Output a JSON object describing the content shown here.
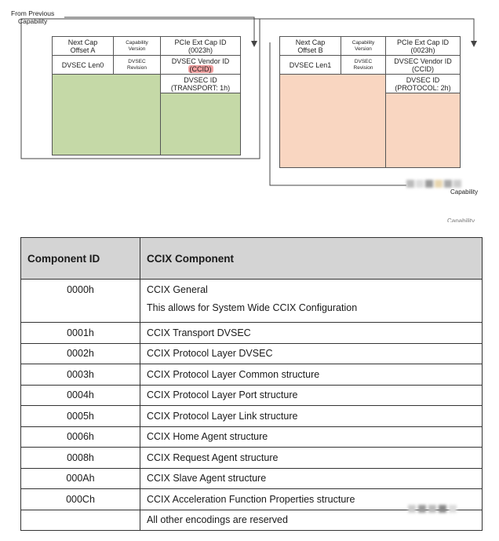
{
  "diagram": {
    "from_previous": "From Previous\nCapability",
    "left_block": {
      "next_cap": "Next Cap\nOffset A",
      "cap_version": "Capability\nVersion",
      "pcie_ext_cap": "PCIe Ext Cap ID\n(0023h)",
      "dvsec_len": "DVSEC Len0",
      "dvsec_revision": "DVSEC\nRevision",
      "vendor_id_line1": "DVSEC Vendor ID",
      "vendor_id_line2": "(CCID)",
      "dvsec_id": "DVSEC ID\n(TRANSPORT: 1h)",
      "fill_color": "#c5d9a7"
    },
    "right_block": {
      "next_cap": "Next Cap\nOffset B",
      "cap_version": "Capability\nVersion",
      "pcie_ext_cap": "PCIe Ext Cap ID\n(0023h)",
      "dvsec_len": "DVSEC Len1",
      "dvsec_revision": "DVSEC\nRevision",
      "vendor_id_line1": "DVSEC Vendor ID",
      "vendor_id_line2": "(CCID)",
      "dvsec_id": "DVSEC ID\n(PROTOCOL: 2h)",
      "fill_color": "#f9d6c1"
    },
    "capability_label": "Capability",
    "capability_label_2": "Capability"
  },
  "table": {
    "headers": [
      "Component ID",
      "CCIX Component"
    ],
    "rows": [
      {
        "id": "0000h",
        "component": "CCIX General",
        "note": "This allows for System Wide CCIX Configuration"
      },
      {
        "id": "0001h",
        "component": "CCIX Transport DVSEC"
      },
      {
        "id": "0002h",
        "component": "CCIX Protocol Layer DVSEC"
      },
      {
        "id": "0003h",
        "component": "CCIX Protocol Layer Common structure"
      },
      {
        "id": "0004h",
        "component": "CCIX Protocol Layer Port structure"
      },
      {
        "id": "0005h",
        "component": "CCIX Protocol Layer Link structure"
      },
      {
        "id": "0006h",
        "component": "CCIX Home Agent structure"
      },
      {
        "id": "0008h",
        "component": "CCIX Request Agent structure"
      },
      {
        "id": "000Ah",
        "component": "CCIX Slave Agent structure"
      },
      {
        "id": "000Ch",
        "component": "CCIX Acceleration Function Properties structure"
      },
      {
        "id": "",
        "component": "All other encodings are reserved"
      }
    ],
    "header_bg": "#d4d4d4"
  }
}
